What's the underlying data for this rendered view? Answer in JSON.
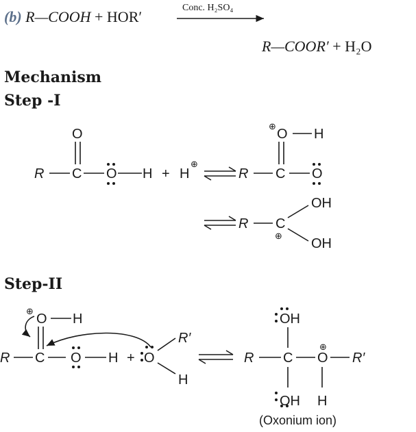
{
  "reaction": {
    "label": "(b)",
    "reactant_1": "R—COOH",
    "plus": "+",
    "reactant_2": "HOR′",
    "catalyst": "Conc. H₂SO₄",
    "product_1": "R—COOR′",
    "product_plus": "+",
    "product_2": "H₂O"
  },
  "headings": {
    "mechanism": "Mechanism",
    "step1": "Step -I",
    "step2": "Step-II"
  },
  "atoms": {
    "R": "R",
    "R_prime": "R′",
    "C": "C",
    "O": "O",
    "H": "H",
    "OH": "OH",
    "plus": "+",
    "charge": "⊕"
  },
  "caption": {
    "oxonium": "(Oxonium ion)"
  }
}
